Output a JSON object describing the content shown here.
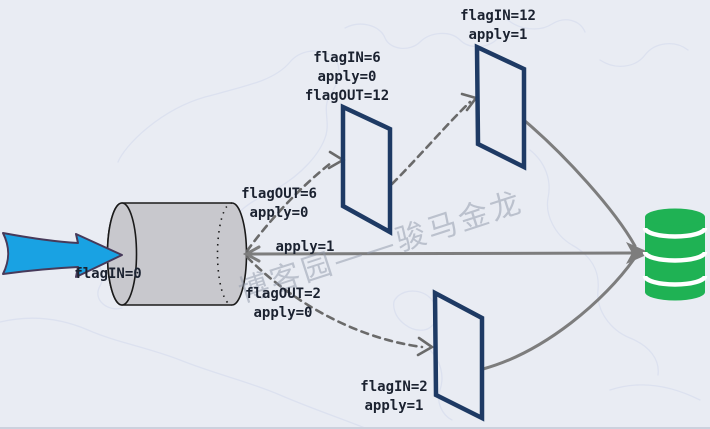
{
  "diagram": {
    "labels": {
      "filter_top": {
        "lines": [
          "flagIN=12",
          "apply=1"
        ]
      },
      "filter_mid": {
        "lines": [
          "flagIN=6",
          "apply=0",
          "flagOUT=12"
        ]
      },
      "queue_out_top": {
        "lines": [
          "flagOUT=6",
          "apply=0"
        ]
      },
      "direct_path": {
        "lines": [
          "apply=1"
        ]
      },
      "queue_in": {
        "lines": [
          "flagIN=0"
        ]
      },
      "queue_out_bottom": {
        "lines": [
          "flagOUT=2",
          "apply=0"
        ]
      },
      "filter_bottom": {
        "lines": [
          "flagIN=2",
          "apply=1"
        ]
      }
    },
    "watermark": "博客园——骏马金龙",
    "icons": {
      "input_arrow": "block-arrow-right",
      "queue": "horizontal-cylinder",
      "filter_panel": "parallelogram-card",
      "database": "database-cylinder"
    },
    "colors": {
      "background": "#e9ecf3",
      "map_outline": "#dce1ef",
      "input_arrow_blue": "#19a2e3",
      "input_arrow_outline": "#473a5a",
      "queue_gray": "#c8c8cd",
      "panel_navy": "#1e3a64",
      "solid_arrow_gray": "#7d7d7d",
      "dashed_arrow_gray": "#6a6a6a",
      "database_green": "#1fb254",
      "text": "#1b2230"
    }
  }
}
